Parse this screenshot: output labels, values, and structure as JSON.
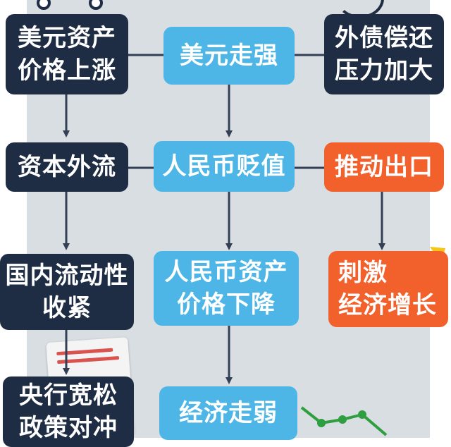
{
  "boxes": {
    "usd_asset_up": [
      "美元资产",
      "价格上涨"
    ],
    "usd_strong": [
      "美元走强"
    ],
    "foreign_debt": [
      "外债偿还",
      "压力加大"
    ],
    "capital_outflow": [
      "资本外流"
    ],
    "rmb_depreciation": [
      "人民币贬值"
    ],
    "boost_export": [
      "推动出口"
    ],
    "liquidity_tight": [
      "国内流动性",
      "收紧"
    ],
    "rmb_asset_down": [
      "人民币资产",
      "价格下降"
    ],
    "stimulate_growth": [
      "刺激",
      "经济增长"
    ],
    "policy_hedge": [
      "央行宽松",
      "政策对冲"
    ],
    "economy_weak": [
      "经济走弱"
    ]
  },
  "colors": {
    "dark": "#1f2d44",
    "light": "#4db6e6",
    "orange": "#f2602c",
    "panel": "#d9dee3",
    "arrow": "#333f55",
    "trend_yellow": "#f5c518",
    "trend_green": "#2e9e3e"
  },
  "icons": [
    "rising-trend-arrow-icon",
    "falling-line-chart-icon",
    "document-icon"
  ]
}
